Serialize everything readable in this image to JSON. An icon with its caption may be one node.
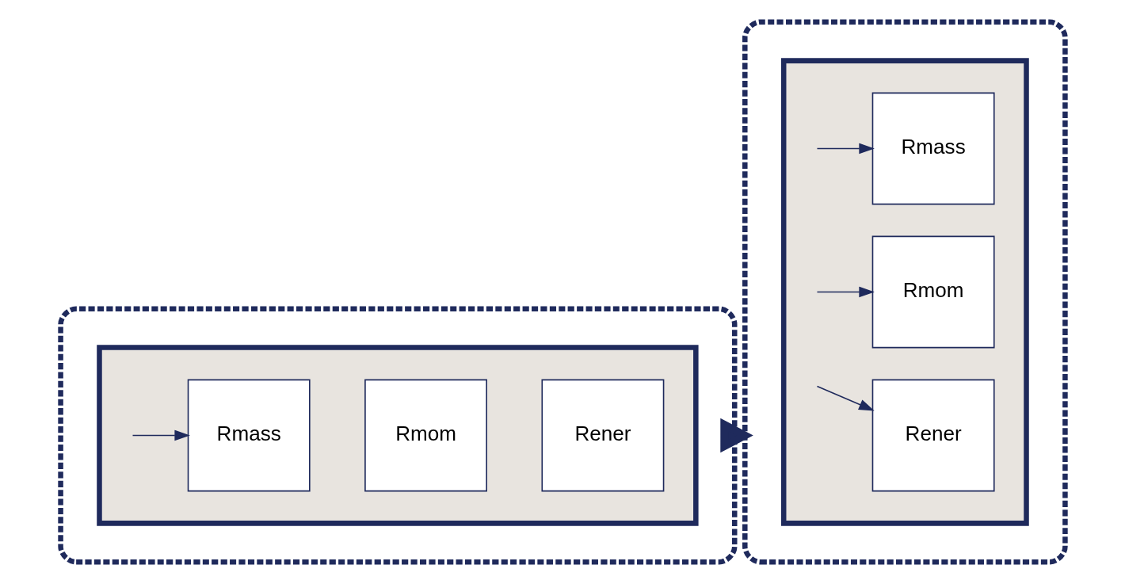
{
  "diagram": {
    "nodes": [
      {
        "text": [],
        "shape": "box"
      },
      {
        "text": [],
        "shape": "box",
        "in": 0
      },
      {
        "text": [
          "Rmass"
        ],
        "in": 1
      },
      {
        "text": [
          "Rmom"
        ],
        "in": 1
      },
      {
        "text": [
          "Rener"
        ],
        "in": 1
      },
      {
        "text": [],
        "shape": "box"
      },
      {
        "text": [],
        "shape": "box",
        "in": 5
      },
      {
        "text": [
          "Rmass"
        ],
        "in": 6
      },
      {
        "text": [
          "Rmom"
        ],
        "in": 6
      },
      {
        "text": [
          "Rener"
        ],
        "in": 6
      }
    ],
    "edges": [
      {
        "from": null,
        "to": 2,
        "arrow": "to"
      },
      {
        "from": 0,
        "to": 5,
        "arrow": "to",
        "style": "thick"
      },
      {
        "from": null,
        "to": 7,
        "arrow": "to"
      },
      {
        "from": null,
        "to": 8,
        "arrow": "to"
      },
      {
        "from": null,
        "to": 9,
        "arrow": "to"
      }
    ]
  }
}
